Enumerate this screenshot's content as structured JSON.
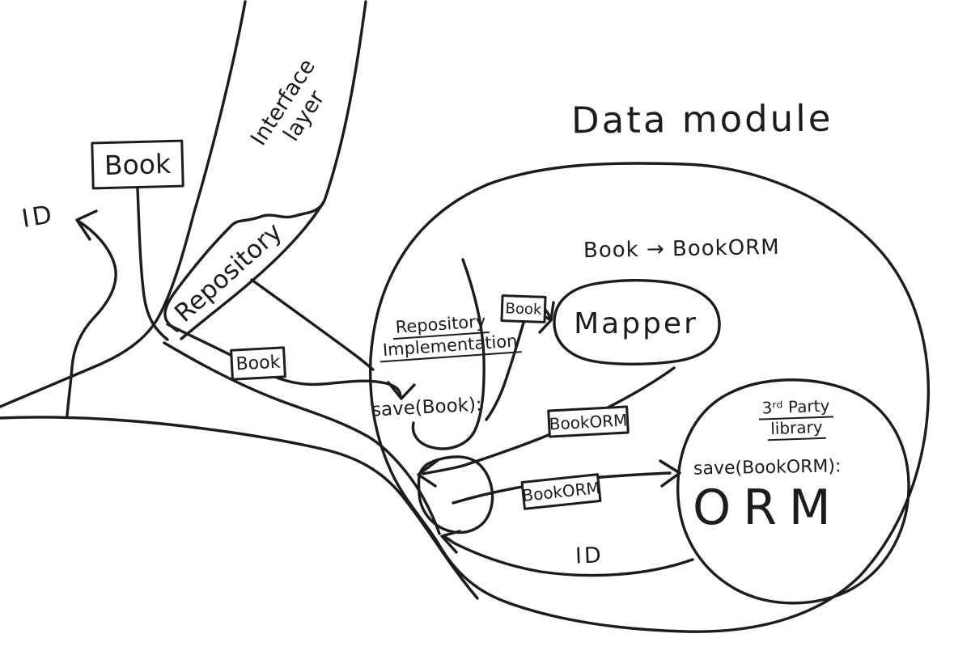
{
  "colors": {
    "ink": "#1c1c1c",
    "paper": "#ffffff"
  },
  "left_section": {
    "interface_layer": {
      "line1": "Interface",
      "line2": "layer"
    },
    "repository_label": "Repository",
    "book_entity_top": "Book",
    "book_entity_mid": "Book",
    "id_output": "ID"
  },
  "data_module": {
    "title": "Data module",
    "mapping_note": "Book → BookORM",
    "mapper_label": "Mapper",
    "book_input": "Book",
    "repository_implementation": {
      "line1": "Repository",
      "line2": "Implementation"
    },
    "save_book_call": "save(Book):",
    "bookorm_upper": "BookORM",
    "bookorm_lower": "BookORM",
    "orm": {
      "third_party": {
        "line1": "3ʳᵈ Party",
        "line2": "library"
      },
      "save_bookorm_call": "save(BookORM):",
      "label": "ORM"
    },
    "id_return": "ID"
  }
}
